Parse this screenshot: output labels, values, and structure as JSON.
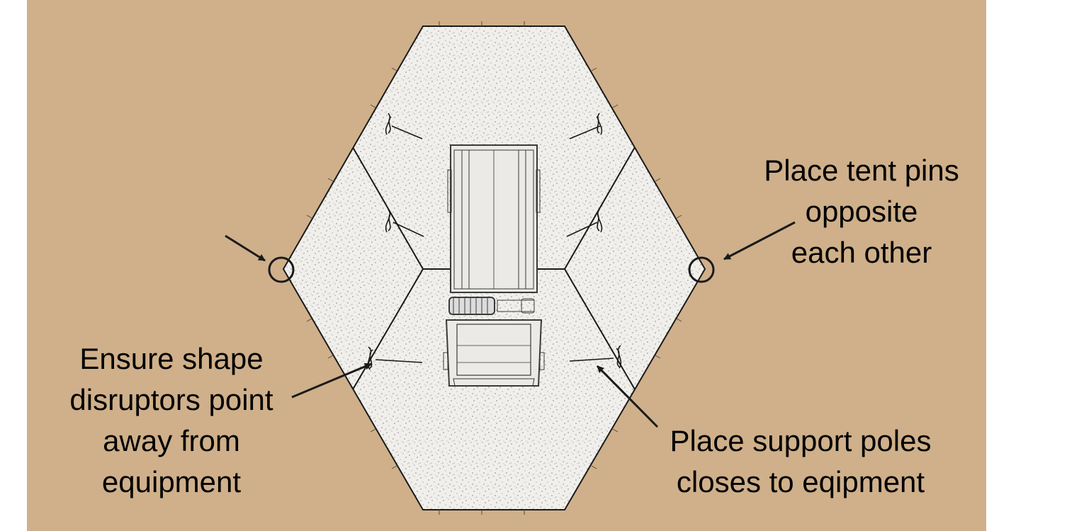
{
  "colors": {
    "ground": "#CFB08A",
    "net": "#F1EFEB",
    "outline": "#1A1A1A"
  },
  "callouts": {
    "tent_pins": [
      "Place tent pins",
      "opposite",
      "each other"
    ],
    "shape_disruptors": [
      "Ensure shape",
      "disruptors point",
      "away from",
      "equipment"
    ],
    "support_poles": [
      "Place support poles",
      "closes to eqipment"
    ]
  },
  "icons": [
    "tent-pin-marker",
    "shape-disruptor",
    "support-pole",
    "vehicle-top-view",
    "arrow"
  ]
}
